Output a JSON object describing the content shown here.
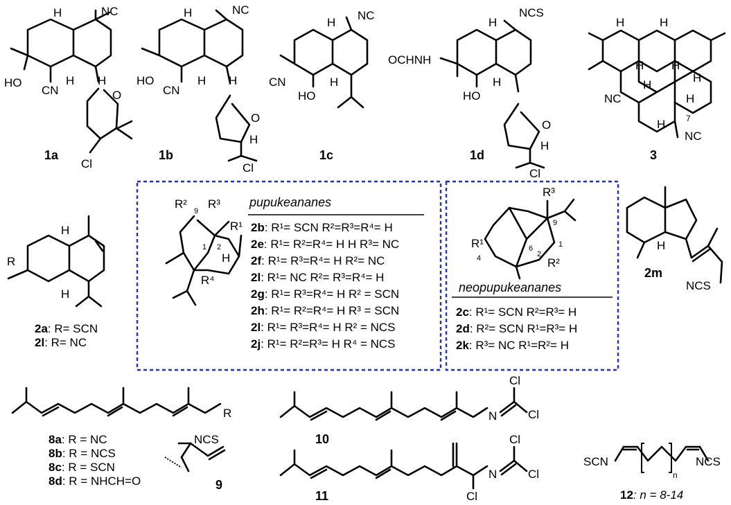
{
  "compounds": {
    "c1a": "1a",
    "c1b": "1b",
    "c1c": "1c",
    "c1d": "1d",
    "c3": "3",
    "c2m": "2m",
    "c9": "9",
    "c10": "10",
    "c11": "11"
  },
  "atoms": {
    "NC": "NC",
    "NCS": "NCS",
    "SCN": "SCN",
    "CN": "CN",
    "HO": "HO",
    "H": "H",
    "Cl": "Cl",
    "O": "O",
    "N": "N",
    "R": "R",
    "OCHNH": "OCHNH"
  },
  "panel_a": {
    "rows": [
      {
        "id": "2a",
        "text": ": R= SCN"
      },
      {
        "id": "2l",
        "text": ": R= NC"
      }
    ]
  },
  "pupukeananes": {
    "title": "pupukeananes",
    "rows": [
      {
        "id": "2b",
        "text": ": R¹= SCN  R²=R³=R⁴= H"
      },
      {
        "id": "2e",
        "text": ": R¹= R²=R⁴= H H R³= NC"
      },
      {
        "id": "2f",
        "text": ":  R¹= R³=R⁴= H R²= NC"
      },
      {
        "id": "2l",
        "text": ":  R¹= NC R²= R³=R⁴= H"
      },
      {
        "id": "2g",
        "text": ": R¹= R³=R⁴= H R² = SCN"
      },
      {
        "id": "2h",
        "text": ": R¹= R²=R⁴= H R³ = SCN"
      },
      {
        "id": "2l",
        "text": ":  R¹= R³=R⁴= H R² = NCS"
      },
      {
        "id": "2j",
        "text": ": R¹= R²=R³= H R⁴ = NCS"
      }
    ],
    "locants": [
      "9",
      "1",
      "2"
    ],
    "r_labels": [
      "R²",
      "R³",
      "R¹",
      "R⁴"
    ]
  },
  "neopupukeananes": {
    "title": "neopupukeananes",
    "rows": [
      {
        "id": "2c",
        "text": ": R¹= SCN  R²=R³= H"
      },
      {
        "id": "2d",
        "text": ": R²= SCN  R¹=R³= H"
      },
      {
        "id": "2k",
        "text": ": R³= NC  R¹=R²= H"
      }
    ],
    "locants": [
      "9",
      "6",
      "1",
      "4",
      "2"
    ],
    "r_labels": [
      "R³",
      "R¹",
      "R²"
    ]
  },
  "series8": {
    "rows": [
      {
        "id": "8a",
        "text": ": R = NC"
      },
      {
        "id": "8b",
        "text": ": R = NCS"
      },
      {
        "id": "8c",
        "text": ": R = SCN"
      },
      {
        "id": "8d",
        "text": ": R = NHCH=O"
      }
    ]
  },
  "c12": {
    "id": "12",
    "text": ": n = 8-14",
    "n_label": "n"
  },
  "locant_7": "7"
}
